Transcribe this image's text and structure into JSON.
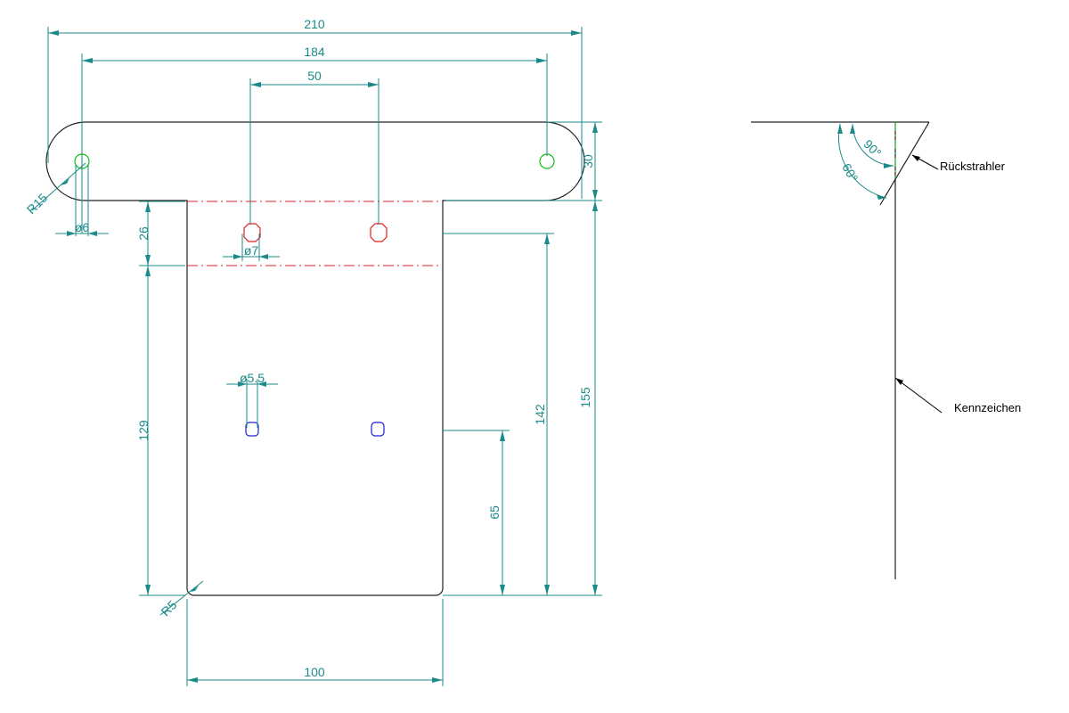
{
  "dimensions": {
    "total_width": "210",
    "hole_spacing_outer": "184",
    "hole_spacing_upper": "50",
    "bar_height": "30",
    "bar_radius": "R15",
    "outer_hole_dia": "ø6",
    "upper_hole_dia": "ø7",
    "upper_band_height": "26",
    "lower_section_height": "129",
    "lower_hole_dia": "ø5.5",
    "plate_to_upper_holes": "142",
    "plate_height": "155",
    "lower_hole_height": "65",
    "corner_radius": "R5",
    "plate_width": "100"
  },
  "side_view": {
    "angle_inner": "90°",
    "angle_outer": "60°",
    "label_reflector": "Rückstrahler",
    "label_plate": "Kennzeichen"
  },
  "colors": {
    "dimension": "#1b8a8a",
    "outline": "#222222",
    "centerline_red": "#e02020",
    "centerline_green": "#10c010",
    "hole_blue": "#2020d0"
  }
}
